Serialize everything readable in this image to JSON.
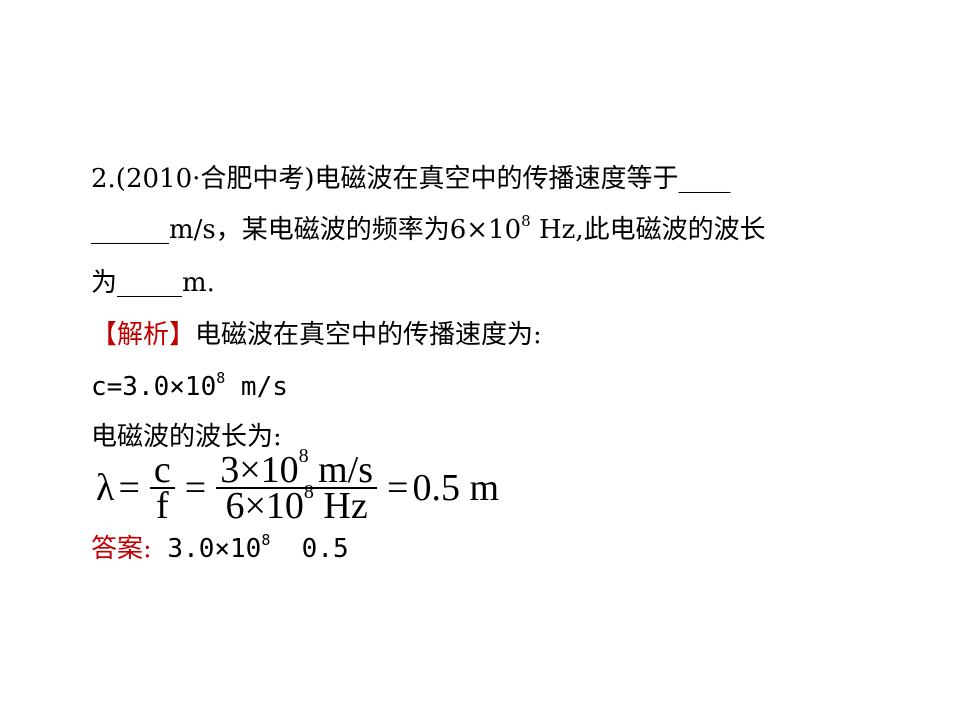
{
  "question": {
    "line1": "2.(2010·合肥中考)电磁波在真空中的传播速度等于____",
    "line2_start": "______m/s，某电磁波的频率为6×10",
    "line2_exp": "8",
    "line2_end": " Hz,此电磁波的波长",
    "line3": "为_____m."
  },
  "analysis": {
    "label": "【解析】",
    "text": "电磁波在真空中的传播速度为:",
    "speed_base": "c=3.0×10",
    "speed_exp": "8",
    "speed_unit": " m/s",
    "wavelength_intro": "电磁波的波长为:"
  },
  "formula": {
    "lambda": "λ",
    "equals": "=",
    "frac1_num": "c",
    "frac1_den": "f",
    "frac2_num_base": "3×10",
    "frac2_num_exp": "8",
    "frac2_num_unit": " m/s",
    "frac2_den_base": "6×10",
    "frac2_den_exp": "8",
    "frac2_den_unit": " Hz",
    "result": "0.5 m"
  },
  "answer": {
    "label": "答案:",
    "value1_base": " 3.0×10",
    "value1_exp": "8",
    "value2": "  0.5"
  }
}
